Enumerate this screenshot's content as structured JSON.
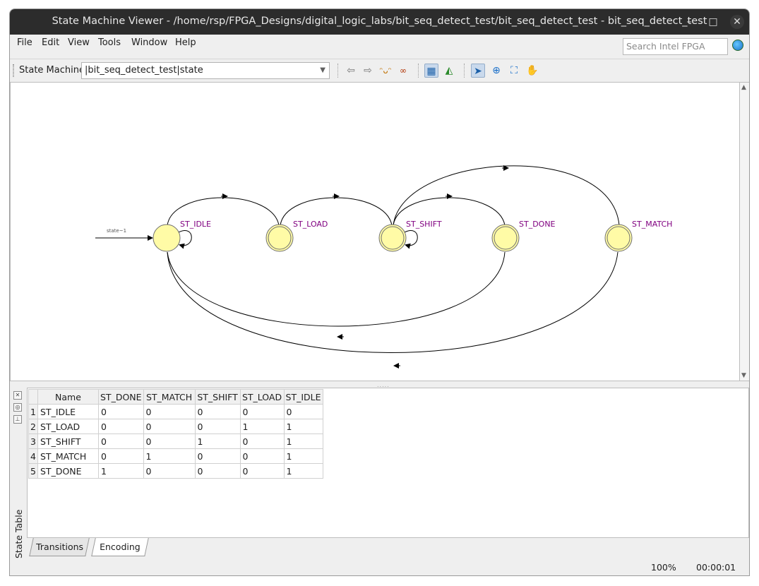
{
  "window": {
    "title": "State Machine Viewer - /home/rsp/FPGA_Designs/digital_logic_labs/bit_seq_detect_test/bit_seq_detect_test - bit_seq_detect_test"
  },
  "menu": [
    "File",
    "Edit",
    "View",
    "Tools",
    "Window",
    "Help"
  ],
  "search": {
    "placeholder": "Search Intel FPGA"
  },
  "toolbar": {
    "state_machine_label": "State Machine:",
    "state_machine_value": "|bit_seq_detect_test|state"
  },
  "diagram": {
    "reset_label": "state~1",
    "states": [
      "ST_IDLE",
      "ST_LOAD",
      "ST_SHIFT",
      "ST_DONE",
      "ST_MATCH"
    ],
    "state_fill": "#fffba6",
    "state_stroke": "#707070",
    "label_color": "#800080"
  },
  "table": {
    "columns": [
      "Name",
      "ST_DONE",
      "ST_MATCH",
      "ST_SHIFT",
      "ST_LOAD",
      "ST_IDLE"
    ],
    "rows": [
      [
        "1",
        "ST_IDLE",
        "0",
        "0",
        "0",
        "0",
        "0"
      ],
      [
        "2",
        "ST_LOAD",
        "0",
        "0",
        "0",
        "1",
        "1"
      ],
      [
        "3",
        "ST_SHIFT",
        "0",
        "0",
        "1",
        "0",
        "1"
      ],
      [
        "4",
        "ST_MATCH",
        "0",
        "1",
        "0",
        "0",
        "1"
      ],
      [
        "5",
        "ST_DONE",
        "1",
        "0",
        "0",
        "0",
        "1"
      ]
    ]
  },
  "side_tab": "State Table",
  "tabs": [
    "Transitions",
    "Encoding"
  ],
  "status": {
    "zoom": "100%",
    "time": "00:00:01"
  }
}
